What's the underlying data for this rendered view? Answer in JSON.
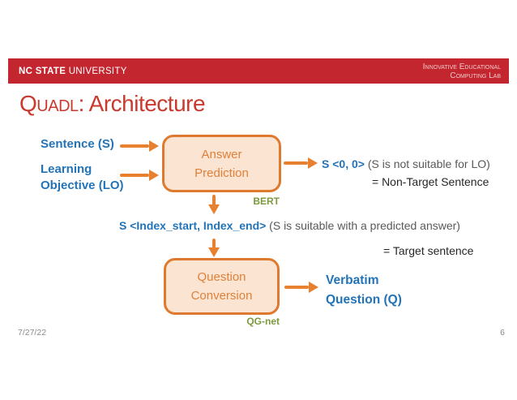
{
  "banner": {
    "university_name_bold": "NC STATE",
    "university_name_regular": "UNIVERSITY",
    "lab_name": "Innovative Educational\nComputing Lab"
  },
  "title": {
    "name_smallcaps": "Quadl",
    "name_rest": ": Architecture"
  },
  "diagram": {
    "inputs": {
      "sentence_label": "Sentence (S)",
      "learning_objective_label": "Learning\nObjective (LO)"
    },
    "answer_prediction": {
      "label": "Answer\nPrediction",
      "engine": "BERT"
    },
    "non_target_output": {
      "code": "S <0, 0>",
      "description": " (S is not suitable for LO)",
      "note": "= Non-Target Sentence"
    },
    "target_output": {
      "code": "S <Index_start, Index_end>",
      "description": " (S is suitable with a predicted answer)",
      "note": "= Target sentence"
    },
    "question_conversion": {
      "label": "Question\nConversion",
      "engine": "QG-net"
    },
    "final_output_label": "Verbatim\nQuestion (Q)"
  },
  "footer": {
    "date": "7/27/22",
    "slide_number": "6"
  },
  "colors": {
    "brand_red": "#c3262f",
    "title_red": "#c93a2e",
    "accent_blue": "#2273b8",
    "accent_orange": "#e8812f",
    "box_fill": "#fbe5d2",
    "engine_green": "#7c9a3d",
    "muted_gray": "#595959",
    "note_dark": "#262626"
  }
}
